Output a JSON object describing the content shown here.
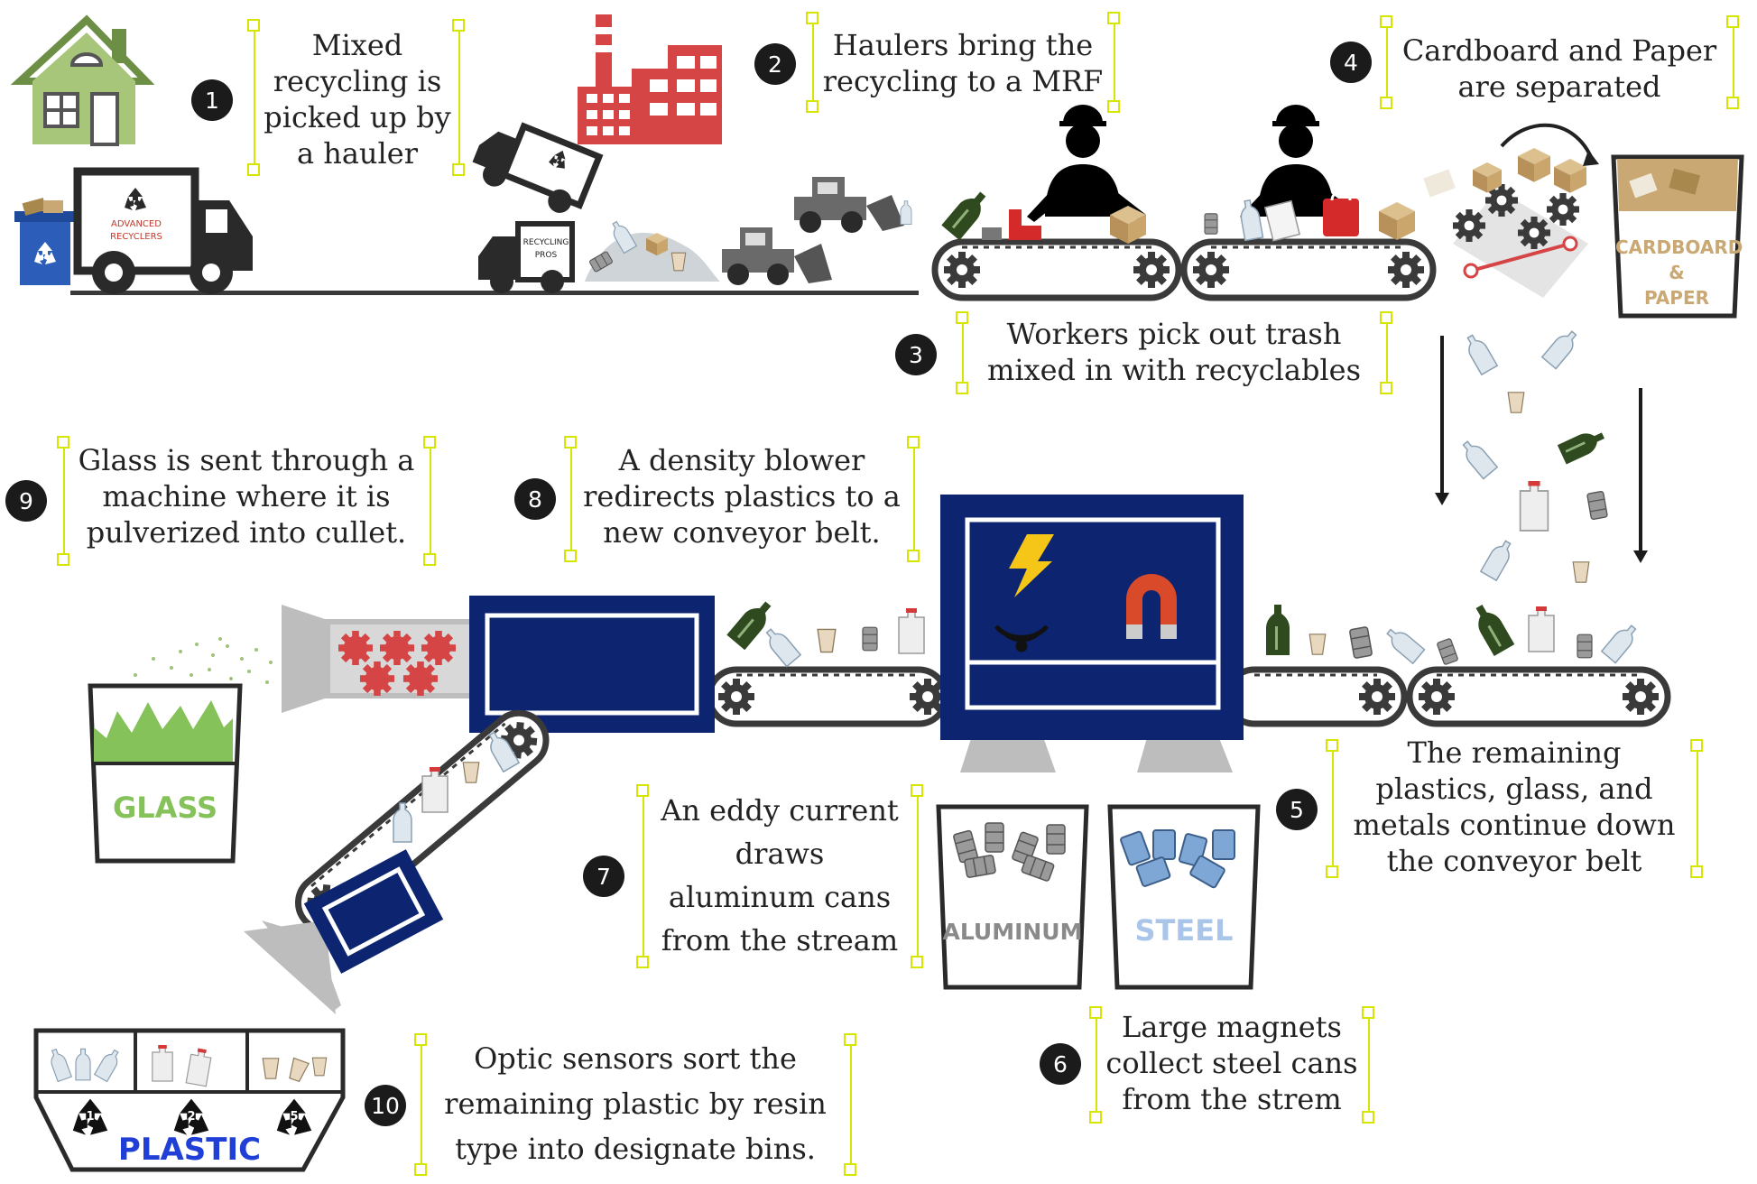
{
  "colors": {
    "machine_blue": "#0d2470",
    "factory_red": "#d64545",
    "house_green": "#a7c67a",
    "glass_green": "#86c25a",
    "cardboard": "#c9a873",
    "bracket_yellow": "#d6e600",
    "belt_dark": "#3a3a3a",
    "magnet_red": "#d84a2a",
    "lightning": "#f5c518"
  },
  "steps": [
    {
      "number": "1",
      "lines": [
        "Mixed",
        "recycling is",
        "picked up by",
        "a hauler"
      ]
    },
    {
      "number": "2",
      "lines": [
        "Haulers bring the",
        "recycling to a MRF"
      ]
    },
    {
      "number": "3",
      "lines": [
        "Workers pick out trash",
        "mixed in with recyclables"
      ]
    },
    {
      "number": "4",
      "lines": [
        "Cardboard and Paper",
        "are separated"
      ]
    },
    {
      "number": "5",
      "lines": [
        "The remaining",
        "plastics, glass, and",
        "metals continue down",
        "the conveyor belt"
      ]
    },
    {
      "number": "6",
      "lines": [
        "Large magnets",
        "collect steel cans",
        "from the strem"
      ]
    },
    {
      "number": "7",
      "lines": [
        "An eddy current",
        "draws",
        "aluminum cans",
        "from the stream"
      ]
    },
    {
      "number": "8",
      "lines": [
        "A density blower",
        "redirects plastics to a",
        "new conveyor belt."
      ]
    },
    {
      "number": "9",
      "lines": [
        "Glass is sent through a",
        "machine where it is",
        "pulverized into cullet."
      ]
    },
    {
      "number": "10",
      "lines": [
        "Optic sensors sort the",
        "remaining plastic by resin",
        "type into designate bins."
      ]
    }
  ],
  "bins": {
    "cardboard": [
      "CARDBOARD",
      "&",
      "PAPER"
    ],
    "glass": "GLASS",
    "aluminum": "ALUMINUM",
    "steel": "STEEL",
    "plastic": "PLASTIC",
    "resin_codes": [
      "1",
      "2",
      "5"
    ]
  },
  "trucks": {
    "truck_brand": [
      "ADVANCED",
      "RECYCLERS"
    ],
    "small_truck_text": [
      "RECYCLING",
      "PROS"
    ]
  },
  "icons": [
    "house-icon",
    "factory-icon",
    "recycle-icon",
    "worker-icon",
    "gear-icon",
    "lightning-icon",
    "magnet-icon",
    "sensor-waves-icon",
    "bottle-icon",
    "can-icon",
    "jug-icon",
    "cup-icon",
    "box-icon"
  ]
}
